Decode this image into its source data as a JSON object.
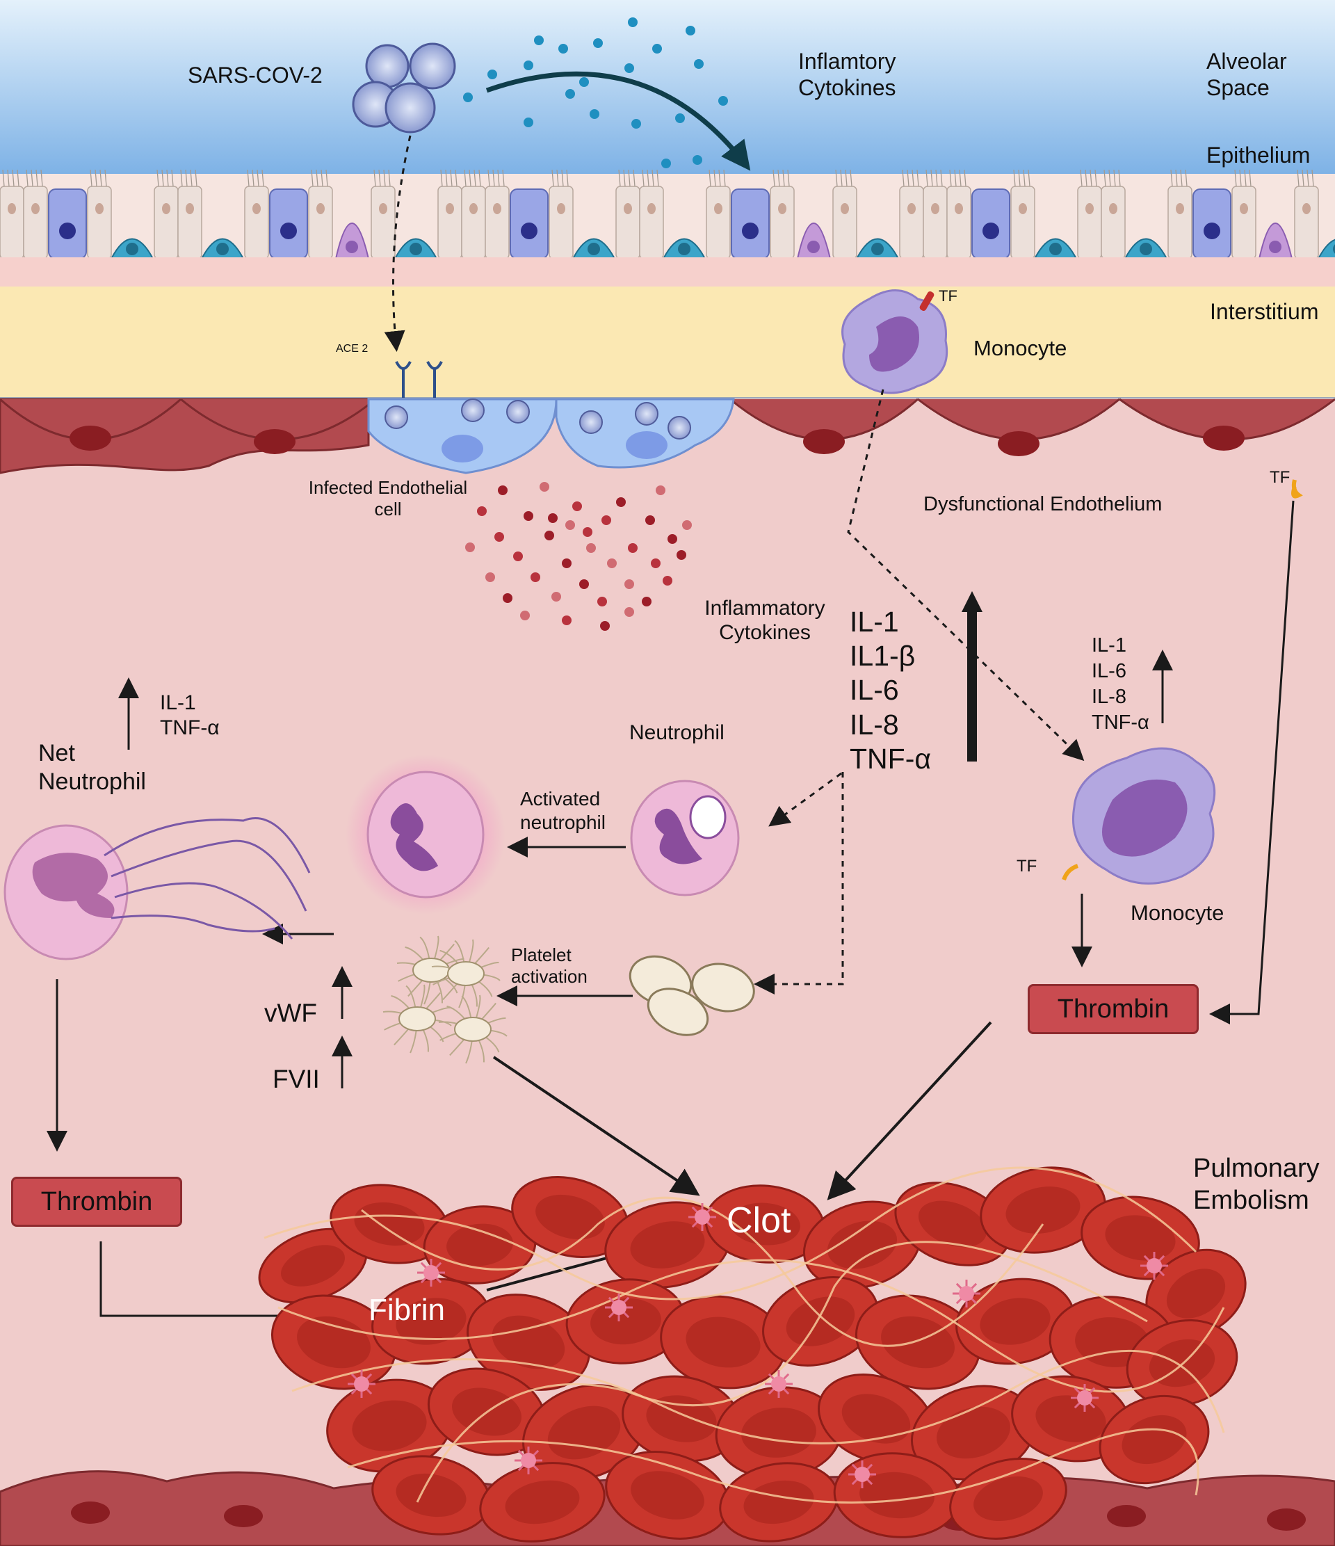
{
  "labels": {
    "sars": "SARS-COV-2",
    "inflamtory_cytokines": "Inflamtory\nCytokines",
    "alveolar_space": "Alveolar\nSpace",
    "epithelium": "Epithelium",
    "interstitium": "Interstitium",
    "monocyte_top": "Monocyte",
    "tf_top": "TF",
    "ace2": "ACE 2",
    "infected_endothelial": "Infected Endothelial\ncell",
    "dysfunctional_endothelium": "Dysfunctional Endothelium",
    "tf_right": "TF",
    "inflammatory_cytokines": "Inflammatory\nCytokines",
    "cytokine_list": "IL-1\nIL1-β\nIL-6\nIL-8\nTNF-α",
    "monocyte_cytokines": "IL-1\nIL-6\nIL-8\nTNF-α",
    "net_cytokines": "IL-1\nTNF-α",
    "net_neutrophil": "Net\nNeutrophil",
    "neutrophil": "Neutrophil",
    "activated_neutrophil": "Activated\nneutrophil",
    "platelet_activation": "Platelet\nactivation",
    "tf_monocyte": "TF",
    "monocyte_bottom": "Monocyte",
    "vwf": "vWF",
    "fvii": "FVII",
    "pulmonary_embolism": "Pulmonary\nEmbolism",
    "clot": "Clot",
    "fibrin": "Fibrin"
  },
  "boxes": {
    "thrombin_right": "Thrombin",
    "thrombin_left": "Thrombin"
  },
  "colors": {
    "alveolar_top": "#dcecf9",
    "alveolar_bottom": "#7fb3e6",
    "interstitium": "#fbe8b3",
    "vessel": "#f0cccb",
    "endothelium": "#b24a4f",
    "rbc": "#c9362c",
    "thrombin_box": "#c94b50",
    "arrow": "#1a1a1a"
  }
}
